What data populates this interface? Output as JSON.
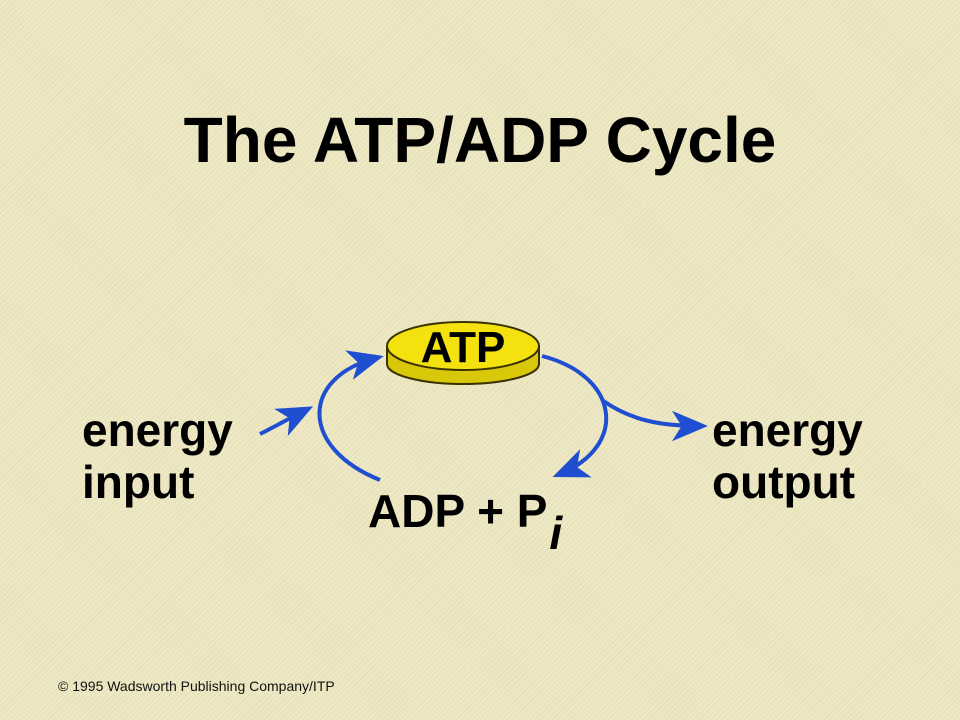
{
  "title": "The ATP/ADP Cycle",
  "nodes": {
    "atp": "ATP",
    "adp_main": "ADP + P",
    "adp_sub": "i",
    "energy_input_line1": "energy",
    "energy_input_line2": "input",
    "energy_output_line1": "energy",
    "energy_output_line2": "output"
  },
  "copyright": "© 1995 Wadsworth Publishing Company/ITP",
  "colors": {
    "background": "#ece6bf",
    "arrow": "#1f4fd0",
    "coin_fill": "#f3e20e",
    "coin_stroke": "#3a3300",
    "text": "#000000"
  },
  "icons": [
    "atp-coin-icon",
    "cycle-arrow-icon"
  ]
}
